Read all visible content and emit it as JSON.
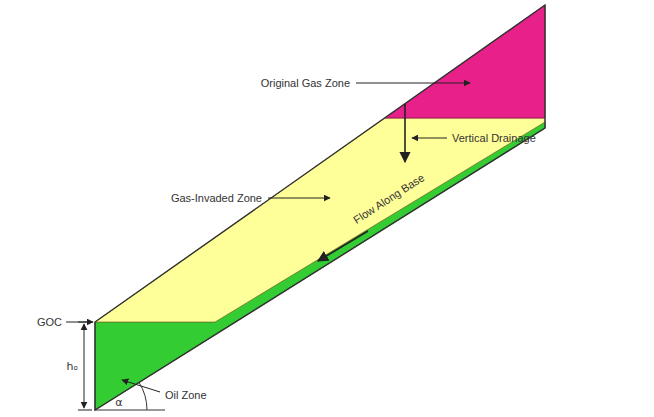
{
  "diagram": {
    "labels": [
      "Original Gas Zone",
      "Vertical Drainage",
      "Gas-Invaded Zone",
      "Flow Along Base",
      "GOC",
      "Oil Zone",
      "hₒ",
      "α"
    ]
  }
}
